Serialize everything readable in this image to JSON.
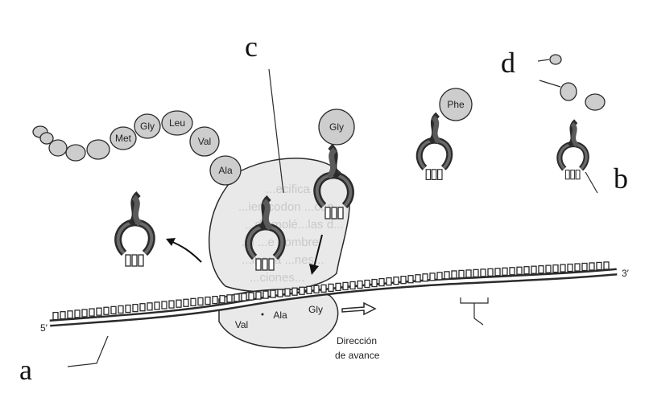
{
  "labels": {
    "a": "a",
    "b": "b",
    "c": "c",
    "d": "d"
  },
  "strand_ends": {
    "five_prime": "5′",
    "three_prime": "3′"
  },
  "peptide_chain": [
    "Met",
    "Gly",
    "Leu",
    "Val",
    "Ala"
  ],
  "trna_amino_acids": {
    "entering": "Gly",
    "free": "Phe"
  },
  "mrna_codons": [
    "Val",
    "Ala",
    "Gly"
  ],
  "direction": {
    "line1": "Dirección",
    "line2": "de avance"
  },
  "bg_text": [
    "...ecifica",
    "...ien codon ...con",
    "...de molé...las d...",
    "...i ...e nombre",
    "...inaria ...nes...",
    "...ciones..."
  ],
  "colors": {
    "stroke": "#2b2b2b",
    "ribosome": "#e9e9e9",
    "amino_acid": "#cdcdcd",
    "trna": "#5a5a5a"
  }
}
